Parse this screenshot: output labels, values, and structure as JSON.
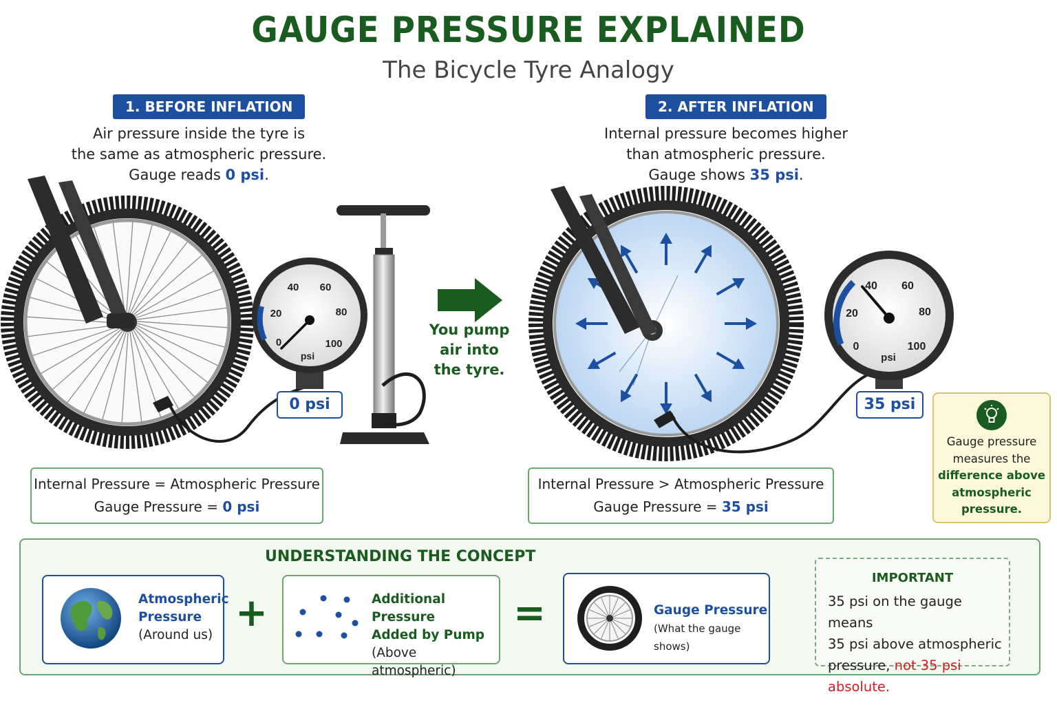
{
  "title": "GAUGE PRESSURE EXPLAINED",
  "subtitle": "The Bicycle Tyre Analogy",
  "colors": {
    "green": "#1a5c1f",
    "blue": "#1c4fa0",
    "red": "#cc1f1f",
    "note_bg": "#fcf8dc"
  },
  "before": {
    "badge": "1. BEFORE INFLATION",
    "desc_line1": "Air pressure inside the tyre is",
    "desc_line2": "the same as atmospheric pressure.",
    "desc_line3_prefix": "Gauge reads ",
    "desc_line3_value": "0 psi",
    "desc_line3_suffix": ".",
    "gauge": {
      "ticks": [
        "0",
        "20",
        "40",
        "60",
        "80",
        "100"
      ],
      "unit": "psi",
      "reading_psi": 0,
      "readout": "0 psi"
    },
    "eq_line1": "Internal Pressure = Atmospheric Pressure",
    "eq_line2_prefix": "Gauge Pressure = ",
    "eq_line2_value": "0 psi"
  },
  "pump_caption": {
    "line1": "You pump",
    "line2": "air into",
    "line3": "the tyre."
  },
  "after": {
    "badge": "2. AFTER INFLATION",
    "desc_line1": "Internal pressure becomes higher",
    "desc_line2": "than atmospheric pressure.",
    "desc_line3_prefix": "Gauge shows ",
    "desc_line3_value": "35 psi",
    "desc_line3_suffix": ".",
    "gauge": {
      "ticks": [
        "0",
        "20",
        "40",
        "60",
        "80",
        "100"
      ],
      "unit": "psi",
      "reading_psi": 35,
      "readout": "35 psi"
    },
    "eq_line1": "Internal Pressure > Atmospheric Pressure",
    "eq_line2_prefix": "Gauge Pressure = ",
    "eq_line2_value": "35 psi"
  },
  "note": {
    "icon": "lightbulb-icon",
    "line1": "Gauge pressure",
    "line2": "measures the",
    "line3": "difference above",
    "line4": "atmospheric",
    "line5": "pressure."
  },
  "concept": {
    "title": "UNDERSTANDING THE CONCEPT",
    "atmo": {
      "icon": "globe-icon",
      "title1": "Atmospheric",
      "title2": "Pressure",
      "sub": "(Around us)"
    },
    "plus": "+",
    "added": {
      "icon": "air-particles-icon",
      "title1": "Additional Pressure",
      "title2": "Added by Pump",
      "sub": "(Above atmospheric)"
    },
    "equals": "=",
    "gauge": {
      "icon": "wheel-icon",
      "title": "Gauge Pressure",
      "sub": "(What the gauge shows)"
    }
  },
  "important": {
    "title": "IMPORTANT",
    "line1": "35 psi on the gauge means",
    "line2": "35 psi above atmospheric",
    "line3_prefix": "pressure, ",
    "line3_red": "not 35 psi absolute."
  }
}
